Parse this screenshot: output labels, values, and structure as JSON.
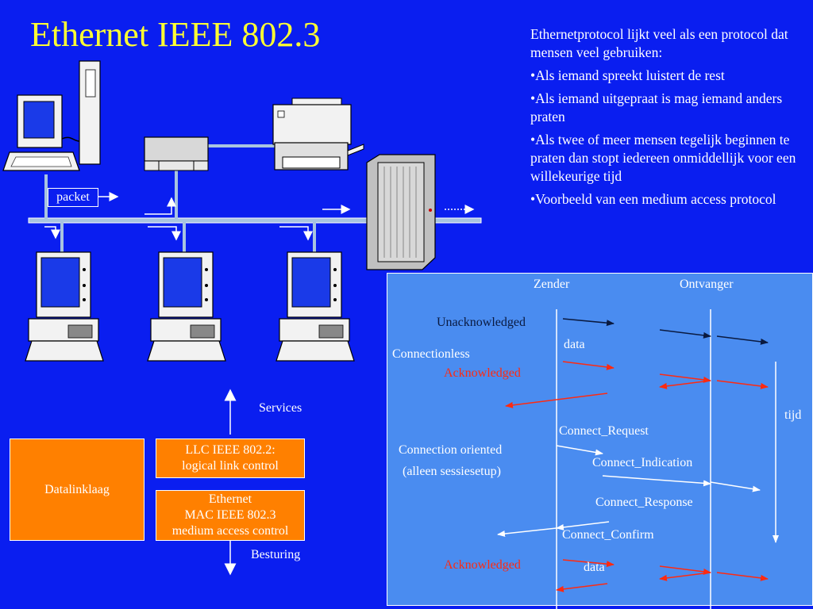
{
  "slide": {
    "title": "Ethernet IEEE 802.3",
    "bullets": [
      "Ethernetprotocol lijkt veel als een protocol dat mensen veel gebruiken:",
      "•Als iemand spreekt luistert de rest",
      "•Als iemand uitgepraat is mag iemand anders praten",
      "•Als twee of meer mensen tegelijk beginnen te praten dan stopt iedereen onmiddellijk voor een willekeurige tijd",
      "•Voorbeeld van een medium access protocol"
    ]
  },
  "network": {
    "packet_label": "packet"
  },
  "stack": {
    "datalink_label": "Datalinklaag",
    "llc_lines": [
      "LLC IEEE 802.2:",
      "logical link control"
    ],
    "mac_lines": [
      "Ethernet",
      "MAC IEEE 802.3",
      "medium access control"
    ],
    "services_label": "Services",
    "control_label": "Besturing"
  },
  "sequence": {
    "sender_label": "Zender",
    "receiver_label": "Ontvanger",
    "time_label": "tijd",
    "unack_label": "Unacknowledged",
    "data_label_1": "data",
    "connectionless_label": "Connectionless",
    "ack_label_1": "Acknowledged",
    "conn_oriented_label": "Connection oriented",
    "session_setup_label": "(alleen sessiesetup)",
    "connect_request": "Connect_Request",
    "connect_indication": "Connect_Indication",
    "connect_response": "Connect_Response",
    "connect_confirm": "Connect_Confirm",
    "ack_label_2": "Acknowledged",
    "data_label_2": "data"
  },
  "colors": {
    "background": "#0a1ef0",
    "title": "#ffff33",
    "orange_box": "#ff8000",
    "panel": "#4a8cf0",
    "red_arrow": "#ff2a10",
    "dark_arrow": "#0a1a40"
  }
}
